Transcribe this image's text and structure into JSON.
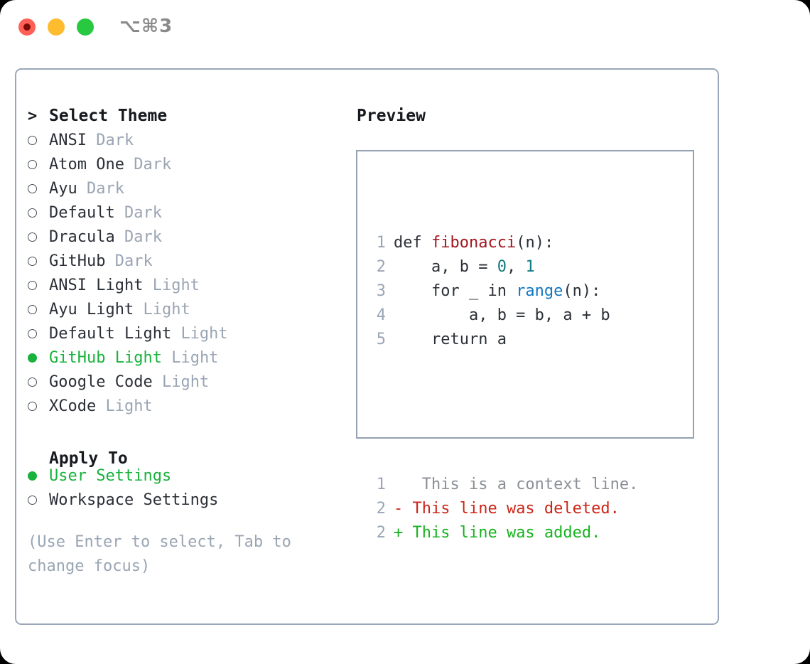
{
  "titlebar": {
    "shortcut": "⌥⌘3",
    "lights": [
      "close-red",
      "minimize-yellow",
      "zoom-green"
    ]
  },
  "theme_section": {
    "caret": ">",
    "title": "Select Theme",
    "items": [
      {
        "name": "ANSI",
        "variant": "Dark",
        "selected": false
      },
      {
        "name": "Atom One",
        "variant": "Dark",
        "selected": false
      },
      {
        "name": "Ayu",
        "variant": "Dark",
        "selected": false
      },
      {
        "name": "Default",
        "variant": "Dark",
        "selected": false
      },
      {
        "name": "Dracula",
        "variant": "Dark",
        "selected": false
      },
      {
        "name": "GitHub",
        "variant": "Dark",
        "selected": false
      },
      {
        "name": "ANSI Light",
        "variant": "Light",
        "selected": false
      },
      {
        "name": "Ayu Light",
        "variant": "Light",
        "selected": false
      },
      {
        "name": "Default Light",
        "variant": "Light",
        "selected": false
      },
      {
        "name": "GitHub Light",
        "variant": "Light",
        "selected": true
      },
      {
        "name": "Google Code",
        "variant": "Light",
        "selected": false
      },
      {
        "name": "XCode",
        "variant": "Light",
        "selected": false
      }
    ]
  },
  "apply_section": {
    "title": "Apply To",
    "items": [
      {
        "label": "User Settings",
        "selected": true
      },
      {
        "label": "Workspace Settings",
        "selected": false
      }
    ]
  },
  "hint": "(Use Enter to select, Tab to change focus)",
  "preview": {
    "title": "Preview",
    "code_lines": [
      {
        "no": "1",
        "parts": [
          {
            "t": "def ",
            "c": "plain"
          },
          {
            "t": "fibonacci",
            "c": "fn"
          },
          {
            "t": "(n):",
            "c": "plain"
          }
        ]
      },
      {
        "no": "2",
        "parts": [
          {
            "t": "    a, b = ",
            "c": "plain"
          },
          {
            "t": "0",
            "c": "num"
          },
          {
            "t": ", ",
            "c": "plain"
          },
          {
            "t": "1",
            "c": "num"
          }
        ]
      },
      {
        "no": "3",
        "parts": [
          {
            "t": "    for _ in ",
            "c": "plain"
          },
          {
            "t": "range",
            "c": "blue"
          },
          {
            "t": "(n):",
            "c": "plain"
          }
        ]
      },
      {
        "no": "4",
        "parts": [
          {
            "t": "        a, b = b, a + b",
            "c": "plain"
          }
        ]
      },
      {
        "no": "5",
        "parts": [
          {
            "t": "    return a",
            "c": "plain"
          }
        ]
      }
    ],
    "diff_lines": [
      {
        "no": "1",
        "marker": " ",
        "text": "  This is a context line.",
        "kind": "context"
      },
      {
        "no": "2",
        "marker": "-",
        "text": " This line was deleted.",
        "kind": "deleted"
      },
      {
        "no": "2",
        "marker": "+",
        "text": " This line was added.",
        "kind": "added"
      }
    ]
  },
  "colors": {
    "accent_green": "#19b23c",
    "muted": "#9aa5b4",
    "border": "#94a2b3",
    "fn_red": "#a3161d",
    "num_teal": "#0f7b80",
    "blue": "#1277bf",
    "diff_del": "#cc2518",
    "diff_add": "#17b21f"
  }
}
